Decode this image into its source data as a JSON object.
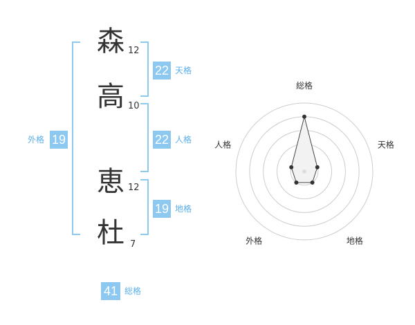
{
  "name": {
    "chars": [
      {
        "char": "森",
        "strokes": "12"
      },
      {
        "char": "高",
        "strokes": "10"
      },
      {
        "char": "恵",
        "strokes": "12"
      },
      {
        "char": "杜",
        "strokes": "7"
      }
    ]
  },
  "kaku": {
    "tenkaku": {
      "value": "22",
      "label": "天格"
    },
    "jinkaku": {
      "value": "22",
      "label": "人格"
    },
    "chikaku": {
      "value": "19",
      "label": "地格"
    },
    "gaikaku": {
      "value": "19",
      "label": "外格"
    },
    "soukaku": {
      "value": "41",
      "label": "総格"
    }
  },
  "chart_data": {
    "type": "radar",
    "axes": [
      "総格",
      "天格",
      "地格",
      "外格",
      "人格"
    ],
    "values": [
      4,
      1,
      1,
      1,
      1
    ],
    "rmax": 5,
    "rings": 5,
    "colors": {
      "fill": "#f2f2f2",
      "stroke": "#444444",
      "ring": "#cccccc",
      "point": "#333333"
    }
  }
}
